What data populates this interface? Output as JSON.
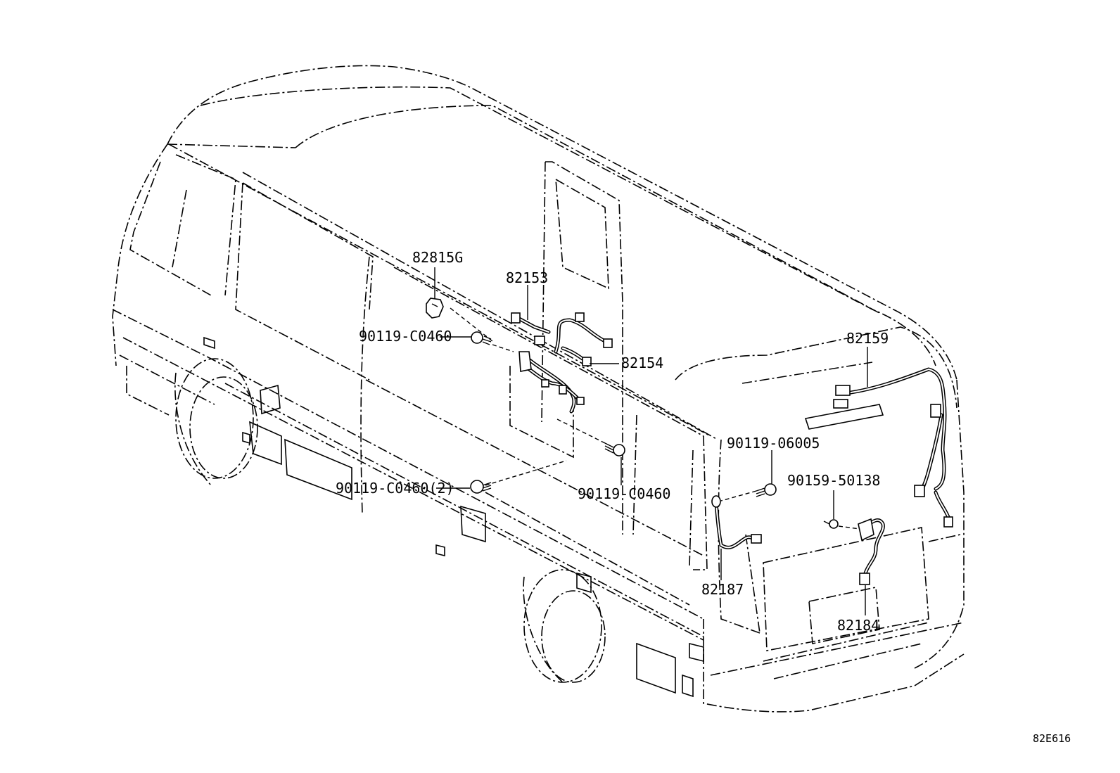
{
  "labels": {
    "p82815G": "82815G",
    "p82153": "82153",
    "p82154": "82154",
    "p82159": "82159",
    "p90119_C0460_a": "90119-C0460",
    "p90119_C0460_2": "90119-C0460(2)",
    "p90119_C0460_b": "90119-C0460",
    "p90119_06005": "90119-06005",
    "p90159_50138": "90159-50138",
    "p82187": "82187",
    "p82184": "82184"
  },
  "diagram_code": "82E616"
}
